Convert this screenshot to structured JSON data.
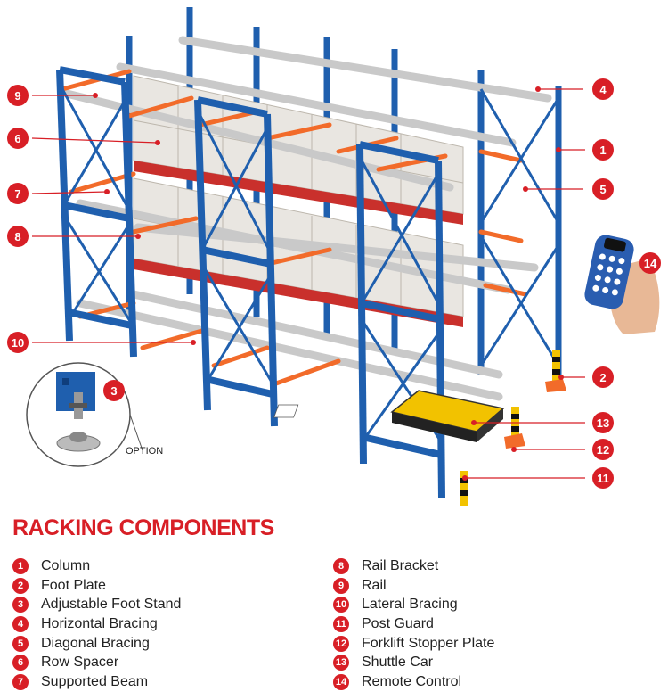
{
  "title": "RACKING COMPONENTS",
  "option_label": "OPTION",
  "colors": {
    "accent": "#d81f26",
    "column": "#1f5fae",
    "beam_orange": "#f26b2a",
    "rail_gray": "#c9c9c9",
    "box": "#e9e6e1",
    "shuttle_yellow": "#f2c200"
  },
  "icons": {
    "remote": "remote-control-icon",
    "adjustable_stand": "adjustable-foot-stand-icon"
  },
  "callouts": [
    "1",
    "2",
    "3",
    "4",
    "5",
    "6",
    "7",
    "8",
    "9",
    "10",
    "11",
    "12",
    "13",
    "14"
  ],
  "legend_left": [
    {
      "num": "1",
      "label": "Column"
    },
    {
      "num": "2",
      "label": "Foot Plate"
    },
    {
      "num": "3",
      "label": "Adjustable Foot Stand"
    },
    {
      "num": "4",
      "label": "Horizontal Bracing"
    },
    {
      "num": "5",
      "label": "Diagonal Bracing"
    },
    {
      "num": "6",
      "label": "Row Spacer"
    },
    {
      "num": "7",
      "label": "Supported Beam"
    }
  ],
  "legend_right": [
    {
      "num": "8",
      "label": "Rail Bracket"
    },
    {
      "num": "9",
      "label": "Rail"
    },
    {
      "num": "10",
      "label": "Lateral Bracing"
    },
    {
      "num": "11",
      "label": "Post Guard"
    },
    {
      "num": "12",
      "label": "Forklift Stopper Plate"
    },
    {
      "num": "13",
      "label": "Shuttle Car"
    },
    {
      "num": "14",
      "label": "Remote Control"
    }
  ]
}
